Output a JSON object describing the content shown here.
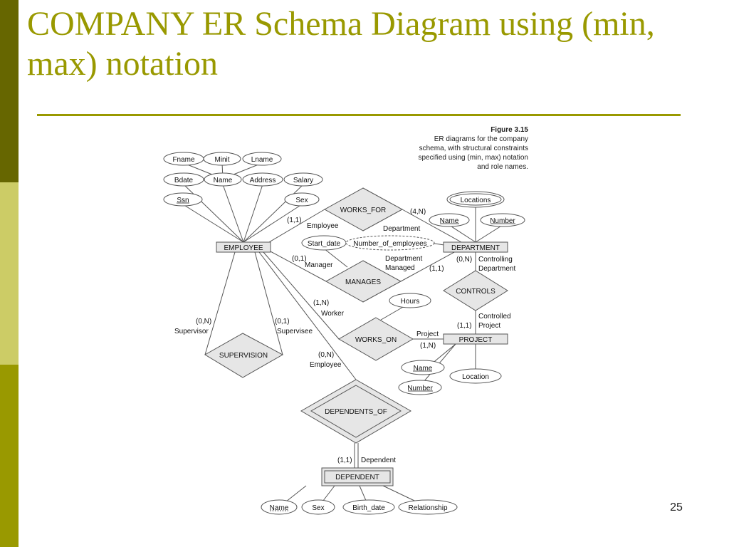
{
  "slide": {
    "title": "COMPANY ER Schema Diagram using (min, max) notation",
    "page_number": "25"
  },
  "figure": {
    "number": "Figure 3.15",
    "caption": [
      "ER diagrams for the company",
      "schema, with structural constraints",
      "specified using (min, max) notation",
      "and role names."
    ]
  },
  "entities": {
    "employee": "EMPLOYEE",
    "department": "DEPARTMENT",
    "project": "PROJECT",
    "dependent": "DEPENDENT"
  },
  "relationships": {
    "works_for": "WORKS_FOR",
    "manages": "MANAGES",
    "controls": "CONTROLS",
    "works_on": "WORKS_ON",
    "supervision": "SUPERVISION",
    "dependents_of": "DEPENDENTS_OF"
  },
  "attributes": {
    "fname": "Fname",
    "minit": "Minit",
    "lname": "Lname",
    "bdate": "Bdate",
    "emp_name": "Name",
    "address": "Address",
    "salary": "Salary",
    "ssn": "Ssn",
    "sex": "Sex",
    "locations": "Locations",
    "dept_name": "Name",
    "dept_number": "Number",
    "start_date": "Start_date",
    "number_of_employees": "Number_of_employees",
    "hours": "Hours",
    "proj_name": "Name",
    "proj_number": "Number",
    "proj_location": "Location",
    "dep_name": "Name",
    "dep_sex": "Sex",
    "birth_date": "Birth_date",
    "relationship": "Relationship"
  },
  "constraints": {
    "works_for_emp": "(1,1)",
    "works_for_dept": "(4,N)",
    "manages_emp": "(0,1)",
    "manages_dept": "(1,1)",
    "controls_dept": "(0,N)",
    "controls_proj": "(1,1)",
    "works_on_emp": "(1,N)",
    "works_on_proj": "(1,N)",
    "supervisor": "(0,N)",
    "supervisee": "(0,1)",
    "dependents_emp": "(0,N)",
    "dependents_dep": "(1,1)"
  },
  "roles": {
    "employee_wf": "Employee",
    "department_wf": "Department",
    "manager": "Manager",
    "department_managed_1": "Department",
    "department_managed_2": "Managed",
    "controlling_1": "Controlling",
    "controlling_2": "Department",
    "controlled_1": "Controlled",
    "controlled_2": "Project",
    "worker": "Worker",
    "project": "Project",
    "supervisor": "Supervisor",
    "supervisee": "Supervisee",
    "employee_dep": "Employee",
    "dependent": "Dependent"
  },
  "colors": {
    "accent": "#999900",
    "sidebar_dark": "#666600",
    "sidebar_light": "#cccc66",
    "shape_fill": "#e6e6e6",
    "stroke": "#555555"
  }
}
